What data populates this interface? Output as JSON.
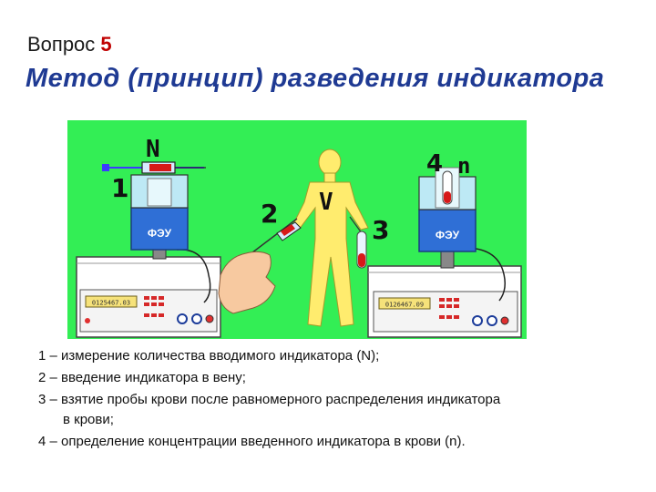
{
  "header": {
    "question_label": "Вопрос",
    "question_number": "5",
    "title": "Метод (принцип) разведения индикатора"
  },
  "figure": {
    "background_color": "#33ee55",
    "labels": {
      "n1": "1",
      "n2": "2",
      "n3": "3",
      "n4": "4",
      "N": "N",
      "V": "V",
      "n": "n",
      "pmt_left": "ФЭУ",
      "pmt_right": "ФЭУ",
      "display_left": "0125467.03",
      "display_right": "0126467.09"
    }
  },
  "legend": [
    {
      "text": "1 – измерение количества вводимого индикатора (N);"
    },
    {
      "text": "2 – введение индикатора в вену;"
    },
    {
      "text": "3 – взятие пробы крови после равномерного распределения индикатора",
      "continuation": "в крови;"
    },
    {
      "text": "4 – определение концентрации введенного индикатора в крови (n)."
    }
  ]
}
